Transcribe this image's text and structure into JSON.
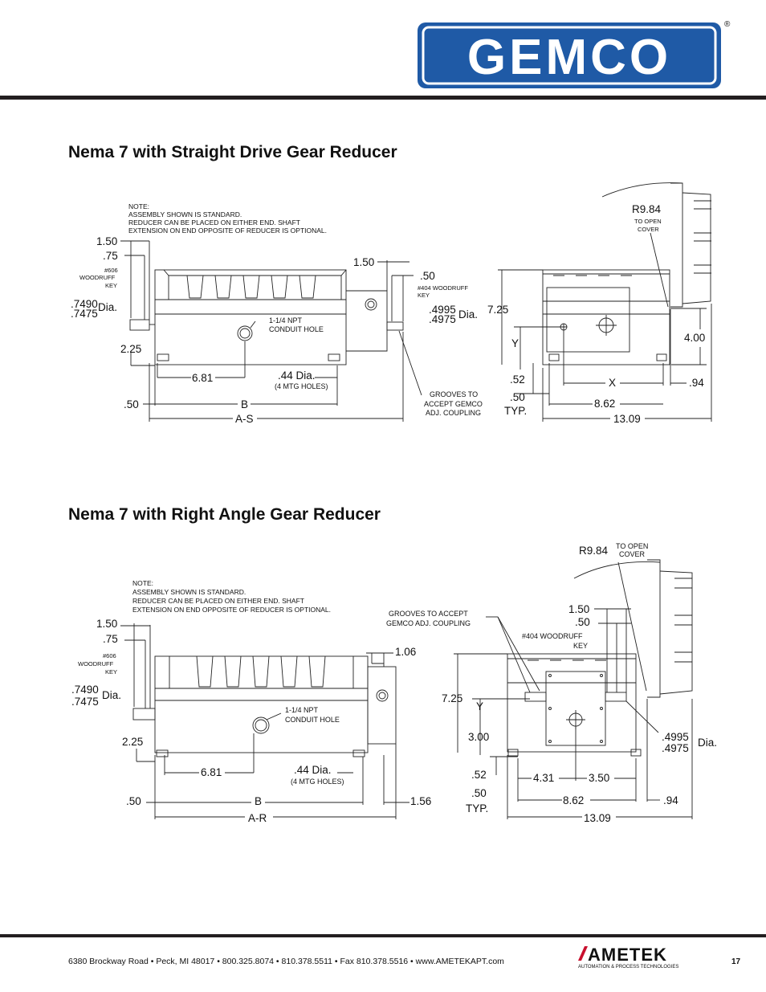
{
  "brand": {
    "logo_text": "GEMCO",
    "registered_mark": "®"
  },
  "sections": [
    {
      "title": "Nema 7 with Straight Drive Gear Reducer",
      "note": [
        "NOTE:",
        "ASSEMBLY SHOWN IS STANDARD.",
        "REDUCER CAN BE PLACED ON EITHER END.  SHAFT",
        "EXTENSION ON END OPPOSITE OF REDUCER IS OPTIONAL."
      ],
      "labels": {
        "d150a": "1.50",
        "d75": ".75",
        "key606a": "#606",
        "key606b": "WOODRUFF",
        "key606c": "KEY",
        "dia7490": ".7490",
        "dia7475": ".7475",
        "dia": "Dia.",
        "d225": "2.25",
        "npt1": "1-1/4 NPT",
        "npt2": "CONDUIT HOLE",
        "d681": "6.81",
        "d44": ".44 Dia.",
        "holes": "(4 MTG HOLES)",
        "d50": ".50",
        "B": "B",
        "AS": "A-S",
        "d150b": "1.50",
        "d50b": ".50",
        "key404a": "#404 WOODRUFF",
        "key404b": "KEY",
        "dia4995": ".4995",
        "dia4975": ".4975",
        "dia2": "Dia.",
        "groove1": "GROOVES TO",
        "groove2": "ACCEPT GEMCO",
        "groove3": "ADJ. COUPLING",
        "R": "R9.84",
        "open1": "TO OPEN",
        "open2": "COVER",
        "d725": "7.25",
        "Y": "Y",
        "d400": "4.00",
        "d52": ".52",
        "X": "X",
        "d94": ".94",
        "d50t": ".50",
        "typ": "TYP.",
        "d862": "8.62",
        "d1309": "13.09"
      }
    },
    {
      "title": "Nema 7 with Right Angle Gear Reducer",
      "note": [
        "NOTE:",
        "ASSEMBLY SHOWN IS STANDARD.",
        "REDUCER CAN BE PLACED ON EITHER END.  SHAFT",
        "EXTENSION ON END OPPOSITE OF REDUCER IS OPTIONAL."
      ],
      "labels": {
        "d150a": "1.50",
        "d75": ".75",
        "key606a": "#606",
        "key606b": "WOODRUFF",
        "key606c": "KEY",
        "dia7490": ".7490",
        "dia7475": ".7475",
        "dia": "Dia.",
        "d225": "2.25",
        "npt1": "1-1/4 NPT",
        "npt2": "CONDUIT HOLE",
        "d681": "6.81",
        "d44": ".44 Dia.",
        "holes": "(4 MTG HOLES)",
        "d50": ".50",
        "B": "B",
        "AR": "A-R",
        "d106": "1.06",
        "d156": "1.56",
        "groove1": "GROOVES TO ACCEPT",
        "groove2": "GEMCO ADJ. COUPLING",
        "d150b": "1.50",
        "d50b": ".50",
        "key404a": "#404 WOODRUFF",
        "key404b": "KEY",
        "R": "R9.84",
        "open1": "TO OPEN",
        "open2": "COVER",
        "d725": "7.25",
        "Y": "Y",
        "d300": "3.00",
        "d52": ".52",
        "d431": "4.31",
        "d350": "3.50",
        "dia4995": ".4995",
        "dia4975": ".4975",
        "dia2": "Dia.",
        "d50t": ".50",
        "typ": "TYP.",
        "d862": "8.62",
        "d94": ".94",
        "d1309": "13.09"
      }
    }
  ],
  "footer": {
    "address": "6380 Brockway Road  •  Peck, MI  48017  •  800.325.8074  •  810.378.5511  •  Fax 810.378.5516  •  www.AMETEKAPT.com",
    "ametek_logo": "AMETEK",
    "ametek_tagline": "AUTOMATION & PROCESS TECHNOLOGIES",
    "page_number": "17"
  },
  "colors": {
    "brand_blue": "#1f5aa6",
    "rule": "#231f20",
    "ametek_red": "#c8102e"
  }
}
